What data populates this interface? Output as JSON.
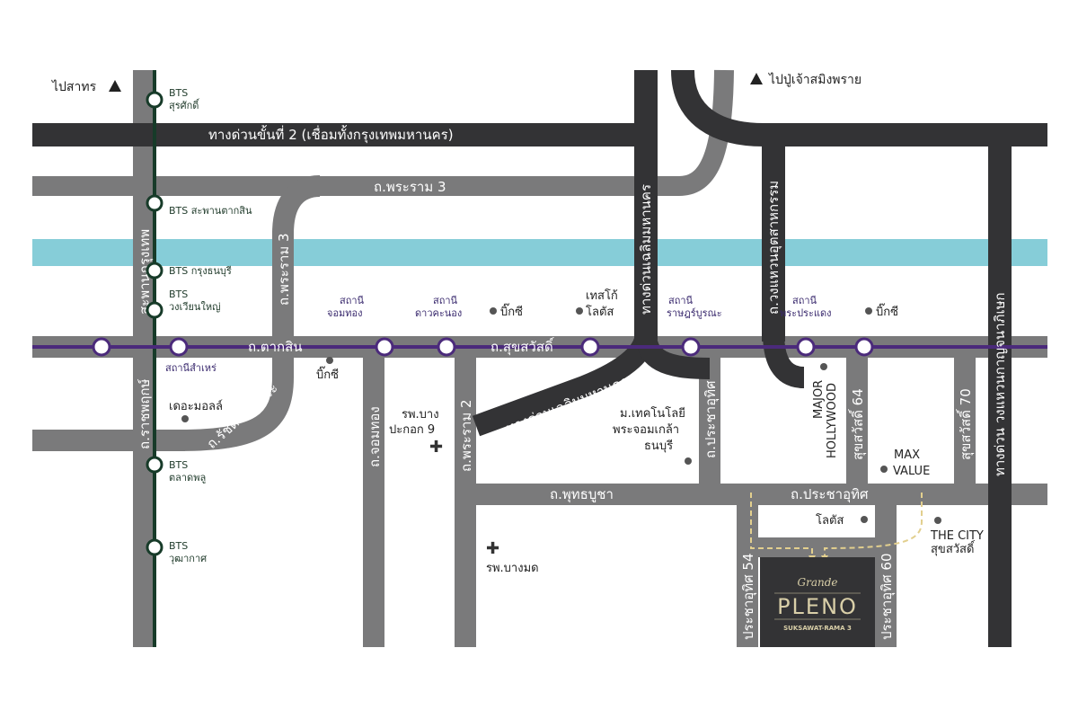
{
  "colors": {
    "road_gray": "#7a7a7b",
    "expressway_dark": "#333335",
    "river": "#86cdd8",
    "mrt_purple": "#4b2a7b",
    "bts_green": "#173b29",
    "project_box": "#333335",
    "project_text": "#d9cfa8",
    "route_dash": "#e2cf8e"
  },
  "directions": {
    "north_west": "ไปสาทร",
    "north_east": "ไปปู่เจ้าสมิงพราย"
  },
  "expressways": {
    "stage2": "ทางด่วนขั้นที่ 2 (เชื่อมทั้งกรุงเทพมหานคร)",
    "chaloem_vertical": "ทางด่วนเฉลิมมหานคร",
    "chaloem_diagonal": "ทางด่วนเฉลิมมหานคร",
    "kanchanaphisek": "ทางด่วน วงแหวนกาญจนาภิเษก"
  },
  "roads": {
    "rama3_top": "ถ.พระราม 3",
    "rama3_vertical": "ถ.พระราม 3",
    "taksin": "ถ.ตากสิน",
    "sukhsawat": "ถ.สุขสวัสดิ์",
    "ratchaphruek": "ถ.ราชพฤกษ์",
    "saphan_krung_thep": "สะพานกรุงเทพ",
    "ratchada_thapra": "ถ.รัชดา-ท่าพระ",
    "chom_thong": "ถ.จอมทอง",
    "rama2": "ถ.พระราม 2",
    "phutthabucha": "ถ.พุทธบูชา",
    "pracha_uthit_right": "ถ.ประชาอุทิศ",
    "pracha_uthit_vertical": "ถ.ประชาอุทิศ",
    "outer_ring": "ถ.วงแหวนอุตสาหกรรม",
    "sukhsawat64": "สุขสวัสดิ์ 64",
    "sukhsawat70": "สุขสวัสดิ์ 70",
    "pracha_uthit54": "ประชาอุทิศ 54",
    "pracha_uthit60": "ประชาอุทิศ 60"
  },
  "bts_stations": [
    {
      "line1": "BTS",
      "line2": "สุรศักดิ์"
    },
    {
      "line1": "BTS สะพานตากสิน",
      "line2": ""
    },
    {
      "line1": "BTS กรุงธนบุรี",
      "line2": ""
    },
    {
      "line1": "BTS",
      "line2": "วงเวียนใหญ่"
    },
    {
      "line1": "BTS",
      "line2": "ตลาดพลู"
    },
    {
      "line1": "BTS",
      "line2": "วุฒากาศ"
    }
  ],
  "mrt_stations": [
    {
      "line1": "สถานีสำเหร่",
      "line2": ""
    },
    {
      "line1": "สถานี",
      "line2": "จอมทอง"
    },
    {
      "line1": "สถานี",
      "line2": "ดาวคะนอง"
    },
    {
      "line1": "สถานี",
      "line2": "ราษฎร์บูรณะ"
    },
    {
      "line1": "สถานี",
      "line2": "พระประแดง"
    }
  ],
  "pois": {
    "bigc1": "บิ๊กซี",
    "bigc2": "บิ๊กซี",
    "bigc3": "บิ๊กซี",
    "tesco_line1": "เทสโก้",
    "tesco_line2": "โลตัส",
    "the_mall": "เดอะมอลล์",
    "hosp_bangpakok_line1": "รพ.บาง",
    "hosp_bangpakok_line2": "ปะกอก 9",
    "hosp_bangmod": "รพ.บางมด",
    "kmutt_line1": "ม.เทคโนโลยี",
    "kmutt_line2": "พระจอมเกล้า",
    "kmutt_line3": "ธนบุรี",
    "major_line1": "MAJOR",
    "major_line2": "HOLLYWOOD",
    "maxvalue_line1": "MAX",
    "maxvalue_line2": "VALUE",
    "lotus": "โลตัส",
    "thecity_line1": "THE CITY",
    "thecity_line2": "สุขสวัสดิ์"
  },
  "project": {
    "script": "Grande",
    "name": "PLENO",
    "subtitle": "SUKSAWAT-RAMA 3"
  }
}
